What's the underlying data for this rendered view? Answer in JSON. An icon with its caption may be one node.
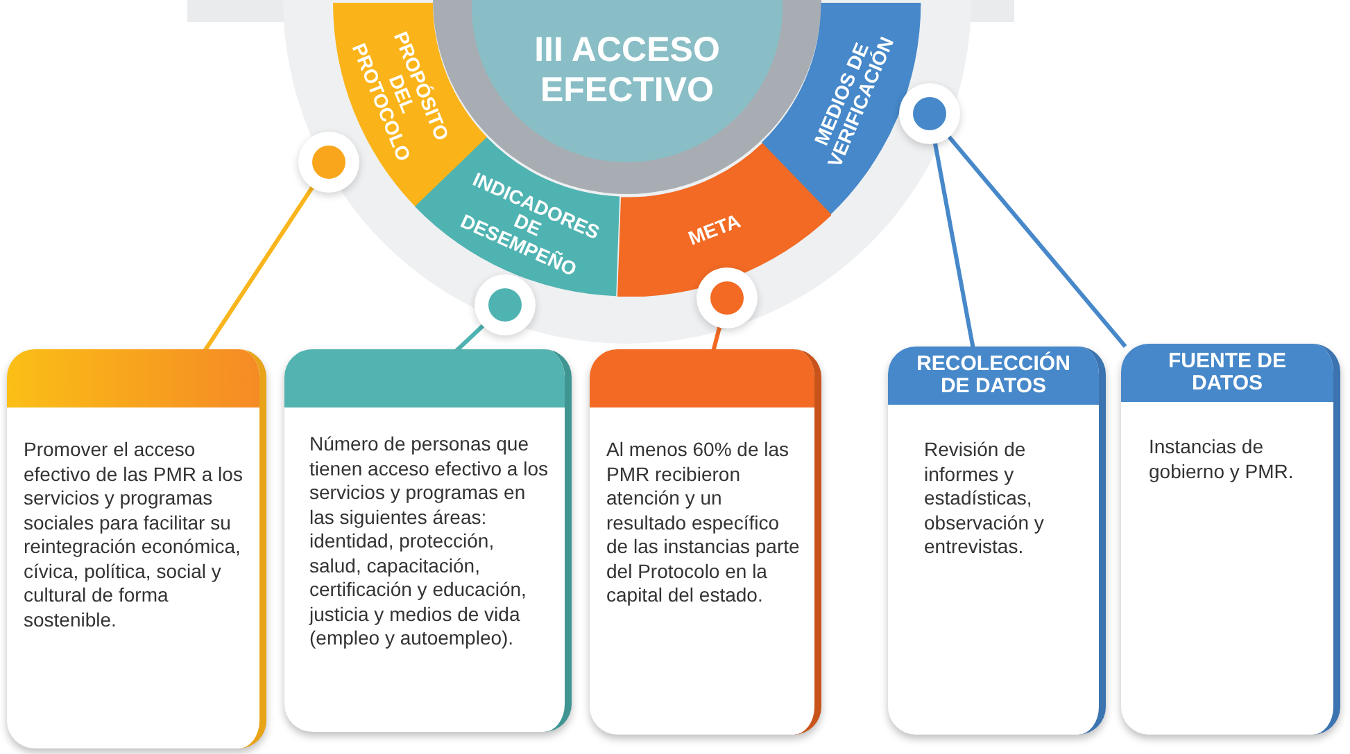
{
  "diagram": {
    "nodes": [
      {
        "text": [
          "III ACCESO EFECTIVO"
        ]
      },
      {
        "text": [
          "PROPÓSITO DEL PROTOCOLO"
        ]
      },
      {
        "text": [
          "INDICADORES DE DESEMPEÑO"
        ]
      },
      {
        "text": [
          "META"
        ]
      },
      {
        "text": [
          "MEDIOS DE VERIFICACIÓN"
        ]
      },
      {
        "text": [],
        "shape": "circle"
      },
      {
        "text": [],
        "shape": "circle"
      },
      {
        "text": [],
        "shape": "circle"
      },
      {
        "text": [],
        "shape": "circle"
      },
      {
        "text": [
          "Promover el acceso efectivo de las PMR a los servicios y programas sociales para facilitar su reintegración económica, cívica, política, social y cultural de forma sostenible."
        ]
      },
      {
        "text": [
          "Número de personas que tienen acceso efectivo a los servicios y programas en las siguientes áreas: identidad, protección, salud, capacitación, certificación y educación, justicia y medios de vida (empleo y autoempleo)."
        ]
      },
      {
        "text": [
          "Al menos 60% de las PMR recibieron atención y un resultado específico de las instancias parte del Protocolo en la capital del estado."
        ]
      },
      {
        "text": [
          "RECOLECCIÓN DE DATOS",
          "Revisión de informes y estadísticas, observación y entrevistas."
        ]
      },
      {
        "text": [
          "FUENTE DE DATOS",
          "Instancias de gobierno y PMR."
        ]
      }
    ],
    "edges": [
      {
        "from": 5,
        "to": 9,
        "arrow": "none",
        "color": "#f9b51c"
      },
      {
        "from": 6,
        "to": 10,
        "arrow": "none",
        "color": "#4fb3b1"
      },
      {
        "from": 7,
        "to": 11,
        "arrow": "none",
        "color": "#f26a24"
      },
      {
        "from": 8,
        "to": 12,
        "arrow": "none",
        "color": "#4688c9"
      },
      {
        "from": 8,
        "to": 13,
        "arrow": "none",
        "color": "#4688c9"
      }
    ]
  }
}
